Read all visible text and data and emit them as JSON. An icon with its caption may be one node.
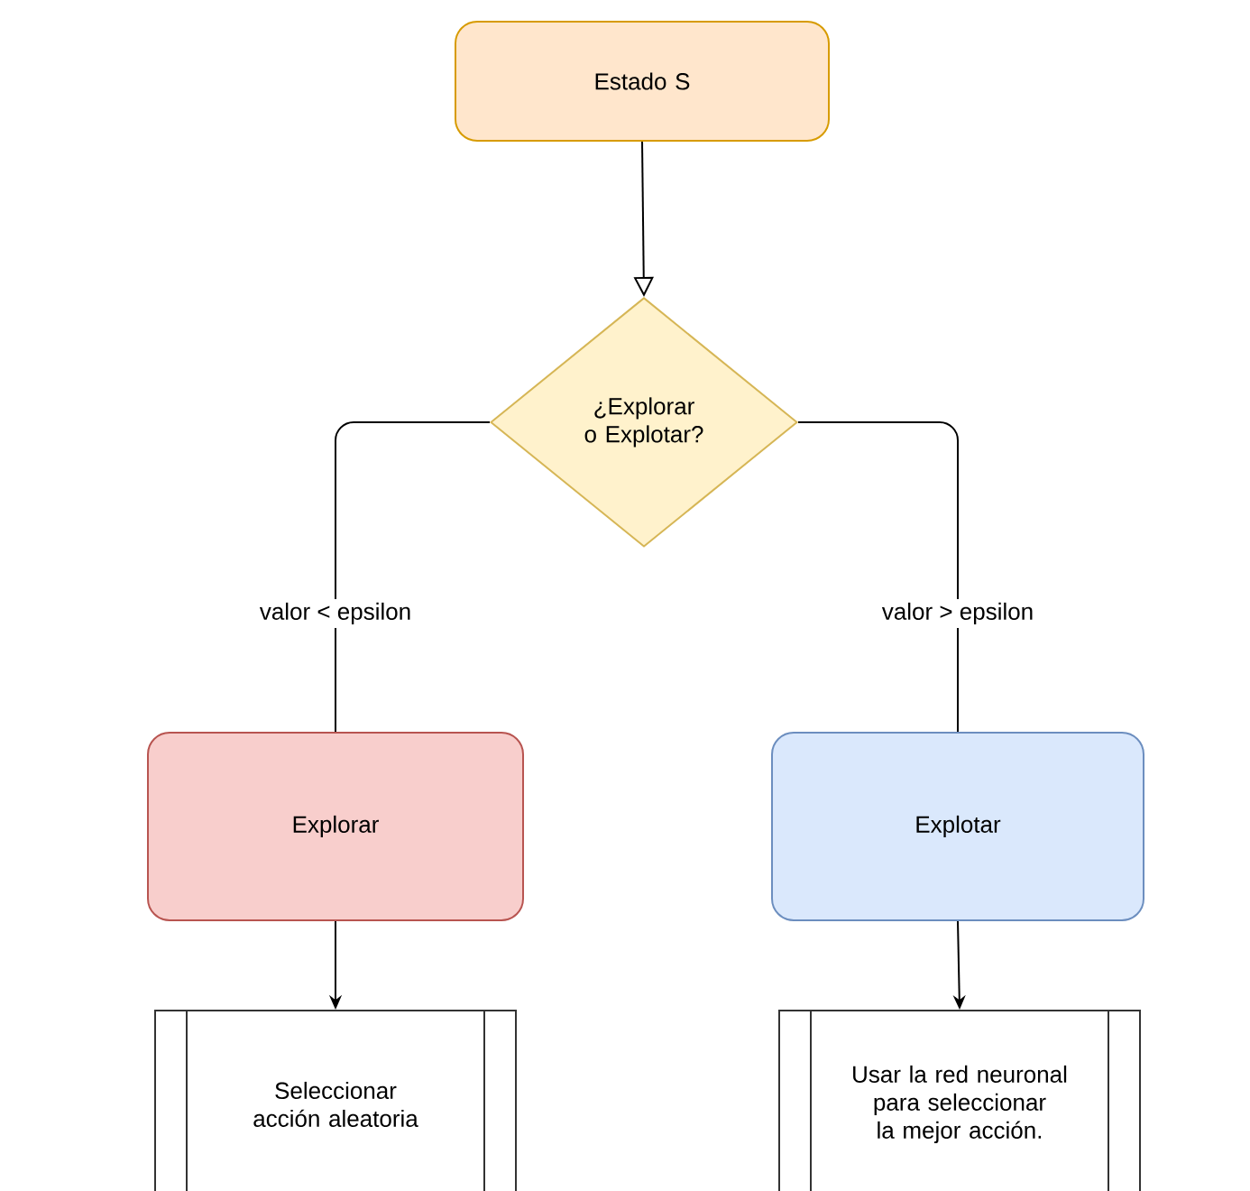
{
  "diagram": {
    "nodes": [
      {
        "text": [
          "Estado S"
        ]
      },
      {
        "text": [
          "¿Explorar o Explotar?"
        ]
      },
      {
        "text": [
          "Explorar"
        ]
      },
      {
        "text": [
          "Explotar"
        ]
      },
      {
        "text": [
          "Seleccionar acción aleatoria"
        ]
      },
      {
        "text": [
          "Usar la red neuronal para seleccionar la mejor acción."
        ]
      }
    ],
    "edges": [
      {
        "from": 0,
        "to": 1,
        "arrow": "to"
      },
      {
        "from": 1,
        "to": 2,
        "arrow": "none",
        "label": "valor < epsilon"
      },
      {
        "from": 1,
        "to": 3,
        "arrow": "none",
        "label": "valor > epsilon"
      },
      {
        "from": 2,
        "to": 4,
        "arrow": "to"
      },
      {
        "from": 3,
        "to": 5,
        "arrow": "to"
      }
    ]
  }
}
